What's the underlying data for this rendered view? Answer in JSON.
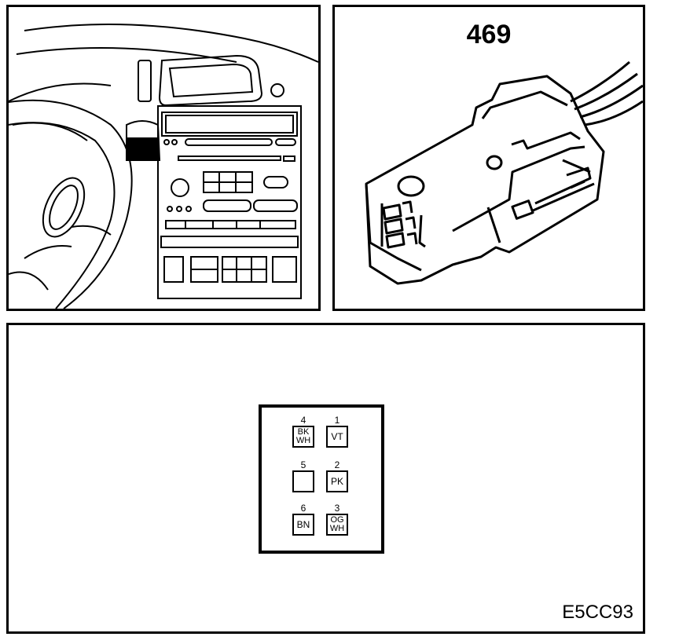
{
  "connector": {
    "number": "469"
  },
  "diagram_code": "E5CC93",
  "pins": [
    {
      "number": "4",
      "line1": "BK",
      "line2": "WH"
    },
    {
      "number": "1",
      "line1": "VT",
      "line2": ""
    },
    {
      "number": "5",
      "line1": "",
      "line2": ""
    },
    {
      "number": "2",
      "line1": "PK",
      "line2": ""
    },
    {
      "number": "6",
      "line1": "BN",
      "line2": ""
    },
    {
      "number": "3",
      "line1": "OG",
      "line2": "WH"
    }
  ],
  "icons": [
    "dashboard-location-illustration",
    "connector-isometric-illustration"
  ]
}
